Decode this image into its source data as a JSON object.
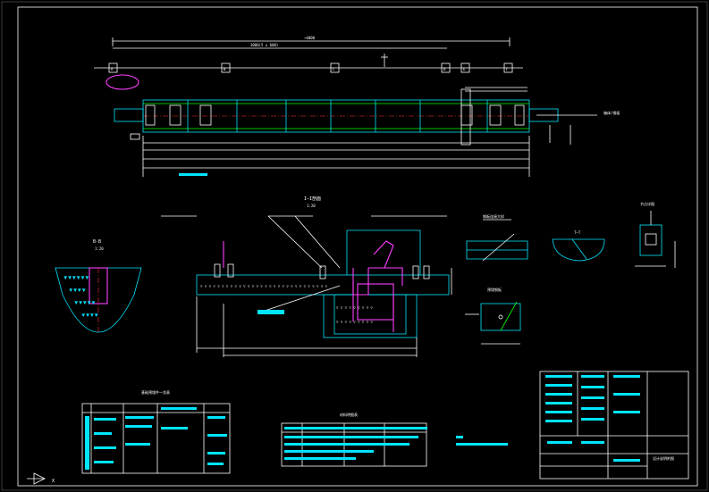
{
  "drawing": {
    "border_color": "#ffffff",
    "line_color": "#00e5ff",
    "dimension_color": "#ffffff",
    "accent_colors": [
      "#00ff00",
      "#ff40ff",
      "#ff3030",
      "#ffff00"
    ]
  },
  "labels": {
    "top_overall_dim": "~4000",
    "top_inner_dim": "3000(5 x 600)",
    "right_note": "箱体/钢架",
    "section_title": "I—I剖面",
    "section_sub": "1:20",
    "left_section": "B-B",
    "left_section_sub": "1:20",
    "detail_a": "钢板连接大样",
    "detail_b": "T—T",
    "detail_c": "节点详图",
    "detail_d": "预埋钢板",
    "table_left_title": "基础预埋件一览表",
    "table_mid_title": "材料明细表",
    "title_block_name": "设计说明附图"
  },
  "axis_markers": [
    "A",
    "B",
    "C",
    "D",
    "E",
    "F"
  ],
  "coord_mark": "X"
}
